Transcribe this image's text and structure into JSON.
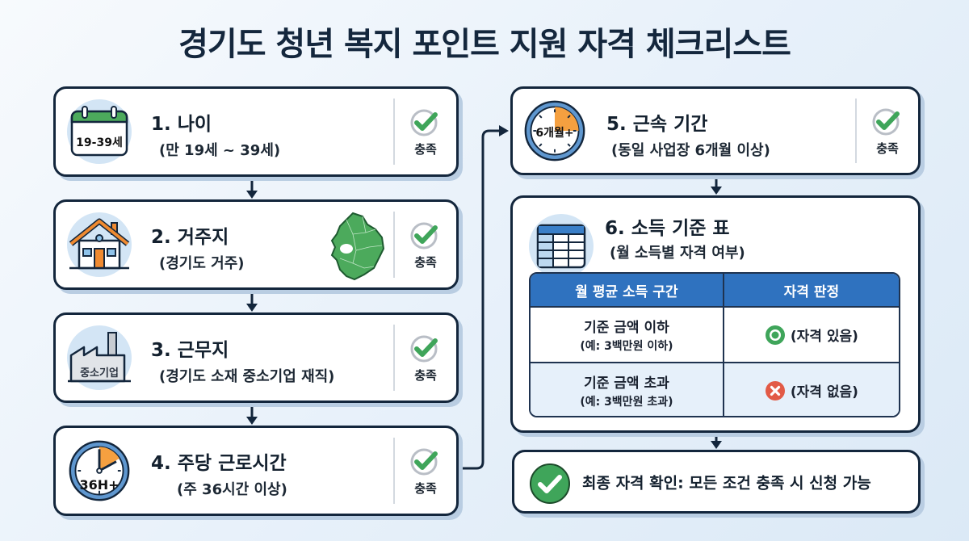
{
  "title": "경기도 청년 복지 포인트 지원 자격 체크리스트",
  "colors": {
    "navy": "#13263c",
    "green": "#3fa55a",
    "orange": "#f08a30",
    "blue": "#2f72bf",
    "red": "#e25a46"
  },
  "steps": [
    {
      "number": "1",
      "title": "1. 나이",
      "subtitle": "(만 19세 ~ 39세)",
      "icon": "calendar-icon",
      "icon_text": "19-39세",
      "status": "충족"
    },
    {
      "number": "2",
      "title": "2. 거주지",
      "subtitle": "(경기도 거주)",
      "icon": "house-icon",
      "extra_icon": "gyeonggi-map-icon",
      "status": "충족"
    },
    {
      "number": "3",
      "title": "3. 근무지",
      "subtitle": "(경기도 소재 중소기업 재직)",
      "icon": "factory-icon",
      "icon_text": "중소기업",
      "status": "충족"
    },
    {
      "number": "4",
      "title": "4. 주당 근로시간",
      "subtitle": "(주 36시간 이상)",
      "icon": "clock-icon",
      "icon_text": "36H+",
      "status": "충족"
    },
    {
      "number": "5",
      "title": "5. 근속 기간",
      "subtitle": "(동일 사업장 6개월 이상)",
      "icon": "clock-icon",
      "icon_text": "6개월+",
      "status": "충족"
    }
  ],
  "income": {
    "title": "6. 소득 기준 표",
    "subtitle": "(월 소득별 자격 여부)",
    "icon": "table-icon",
    "headers": [
      "월 평균 소득 구간",
      "자격 판정"
    ],
    "rows": [
      {
        "range": "기준 금액 이하",
        "example": "(예: 3백만원 이하)",
        "verdict": "(자격 있음)",
        "verdict_icon": "eligible-circle-icon"
      },
      {
        "range": "기준 금액 초과",
        "example": "(예: 3백만원 초과)",
        "verdict": "(자격 없음)",
        "verdict_icon": "ineligible-x-icon"
      }
    ]
  },
  "final": {
    "text": "최종 자격 확인: 모든 조건 충족 시 신청 가능",
    "icon": "check-circle-icon"
  }
}
